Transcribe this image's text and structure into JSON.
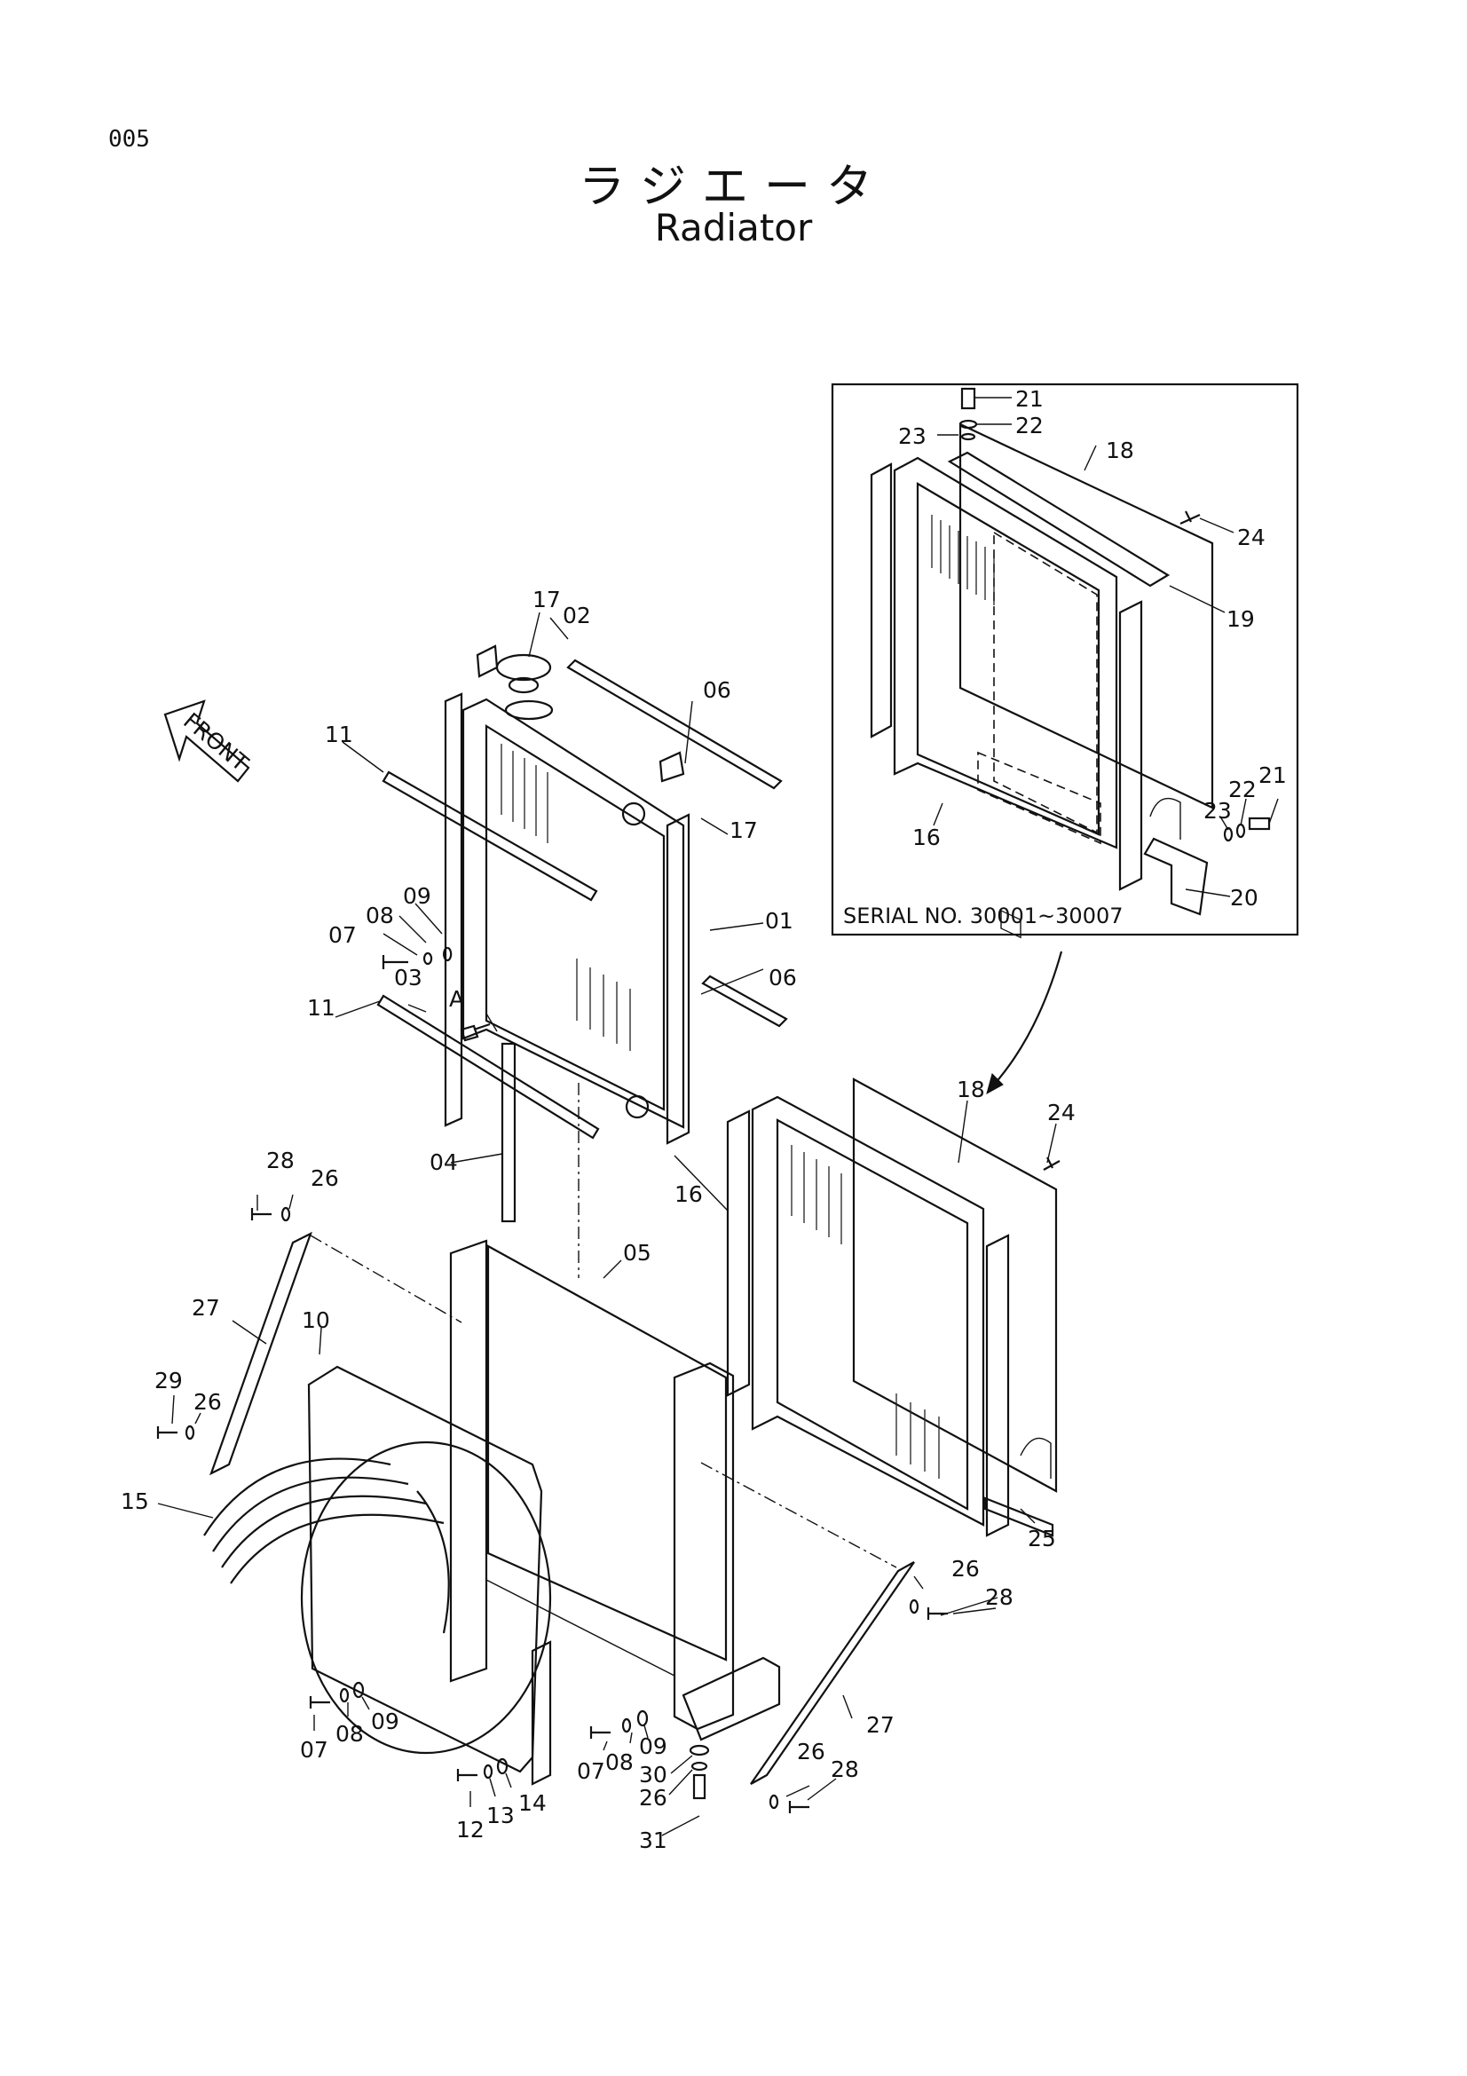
{
  "page": {
    "code": "005"
  },
  "title": {
    "japanese": "ラジエータ",
    "english": "Radiator"
  },
  "direction_marker": "FRONT",
  "inset": {
    "serial_text": "SERIAL NO. 30001~30007"
  },
  "callouts": {
    "c01": "01",
    "c02": "02",
    "c03": "03",
    "cA": "A",
    "c04": "04",
    "c05": "05",
    "c06a": "06",
    "c06b": "06",
    "c07a": "07",
    "c07b": "07",
    "c07c": "07",
    "c08a": "08",
    "c08b": "08",
    "c08c": "08",
    "c09a": "09",
    "c09b": "09",
    "c09c": "09",
    "c10": "10",
    "c11a": "11",
    "c11b": "11",
    "c12": "12",
    "c13": "13",
    "c14": "14",
    "c15": "15",
    "c16a": "16",
    "c16b": "16",
    "c17a": "17",
    "c17b": "17",
    "c18a": "18",
    "c18b": "18",
    "c19": "19",
    "c20": "20",
    "c21a": "21",
    "c21b": "21",
    "c22a": "22",
    "c22b": "22",
    "c23a": "23",
    "c23b": "23",
    "c24a": "24",
    "c24b": "24",
    "c25": "25",
    "c26a": "26",
    "c26b": "26",
    "c26c": "26",
    "c26d": "26",
    "c26e": "26",
    "c27a": "27",
    "c27b": "27",
    "c28a": "28",
    "c28b": "28",
    "c28c": "28",
    "c29": "29",
    "c30": "30",
    "c31": "31"
  }
}
